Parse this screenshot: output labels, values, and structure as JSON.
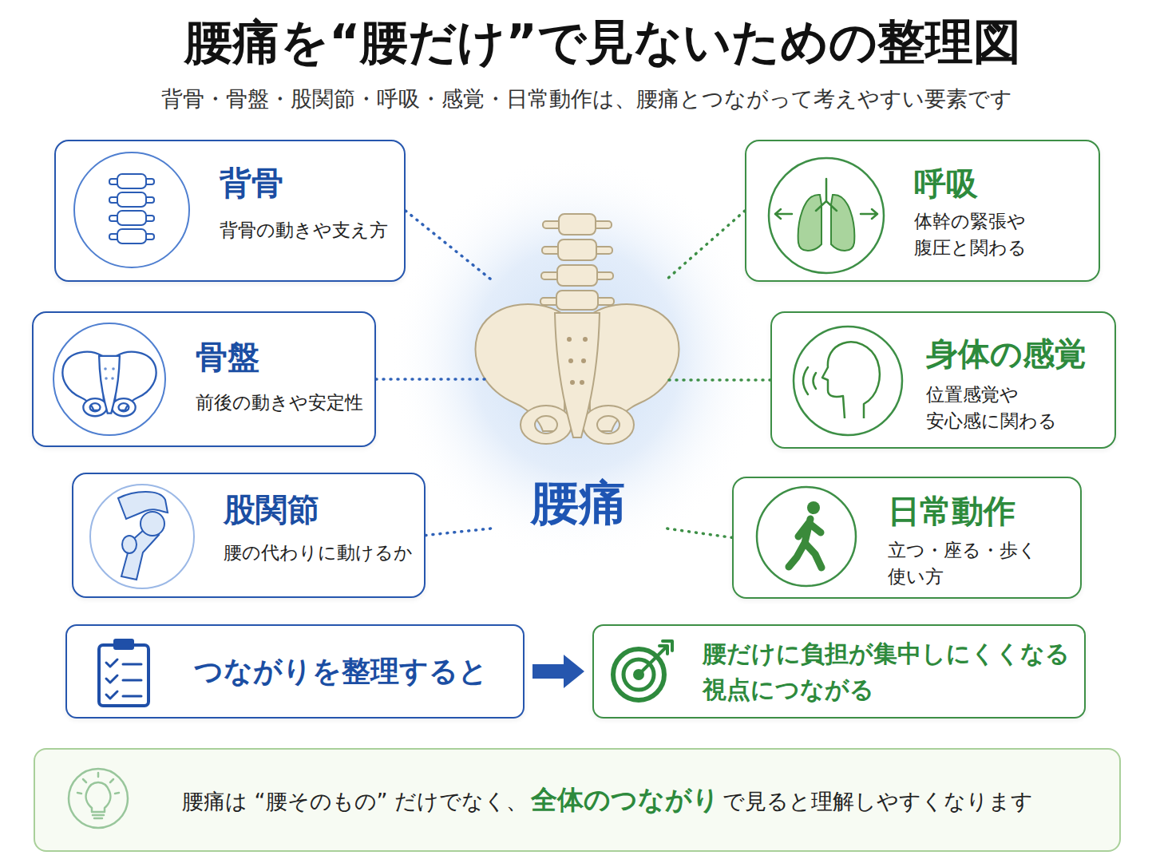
{
  "diagram": {
    "title": "腰痛を“腰だけ”で見ないための整理図",
    "nodes": [
      {
        "text": [
          "背骨",
          "背骨の動きや支え方"
        ]
      },
      {
        "text": [
          "骨盤",
          "前後の動きや安定性"
        ]
      },
      {
        "text": [
          "股関節",
          "腰の代わりに動けるか"
        ]
      },
      {
        "text": [
          "呼吸",
          "体幹の緊張や 腹圧と関わる"
        ]
      },
      {
        "text": [
          "身体の感覚",
          "位置感覚や 安心感に関わる"
        ]
      },
      {
        "text": [
          "日常動作",
          "立つ・座る・歩く 使い方"
        ]
      },
      {
        "text": [
          "腰痛"
        ]
      },
      {
        "text": [
          "つながりを整理すると"
        ]
      },
      {
        "text": [
          "腰だけに負担が集中しにくくなる 視点につながる"
        ]
      },
      {
        "text": [
          "腰痛は “腰そのもの” だけでなく、",
          "全体のつながり",
          "で見ると理解しやすくなります"
        ]
      }
    ],
    "edges": [
      {
        "from": 0,
        "to": 6,
        "arrow": "none"
      },
      {
        "from": 1,
        "to": 6,
        "arrow": "none"
      },
      {
        "from": 2,
        "to": 6,
        "arrow": "none"
      },
      {
        "from": 3,
        "to": 6,
        "arrow": "none"
      },
      {
        "from": 4,
        "to": 6,
        "arrow": "none"
      },
      {
        "from": 5,
        "to": 6,
        "arrow": "none"
      },
      {
        "from": 7,
        "to": 8,
        "arrow": "to"
      }
    ],
    "labels": [
      "背骨・骨盤・股関節・呼吸・感覚・日常動作は、腰痛とつながって考えやすい要素です"
    ]
  }
}
